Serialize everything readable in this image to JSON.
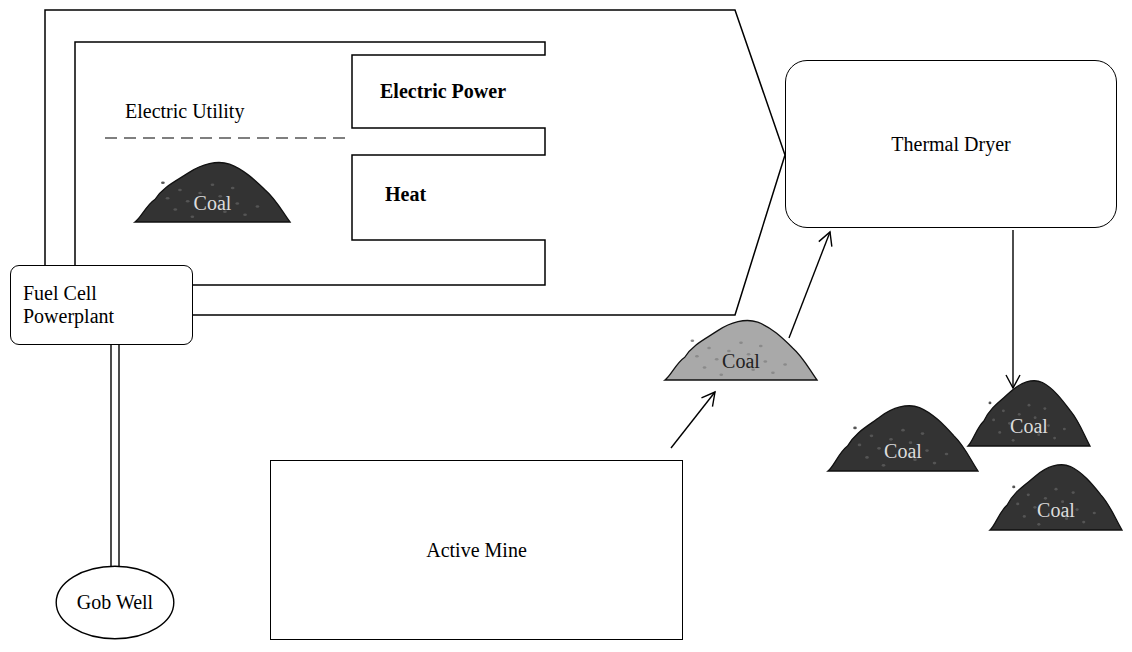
{
  "diagram": {
    "nodes": [
      {
        "text": [
          "Thermal Dryer"
        ]
      },
      {
        "text": [
          "Coal"
        ]
      },
      {
        "text": [
          "Fuel Cell Powerplant"
        ]
      },
      {
        "text": [
          "Coal"
        ]
      },
      {
        "text": [
          "Coal"
        ]
      },
      {
        "text": [
          "Coal"
        ]
      },
      {
        "text": [
          "Coal"
        ]
      },
      {
        "text": [
          "Active Mine"
        ]
      },
      {
        "text": [
          "Gob Well"
        ]
      }
    ],
    "edges": [
      {
        "from": 8,
        "to": 2,
        "arrow": "none"
      },
      {
        "from": 2,
        "to": 0,
        "arrow": "to"
      },
      {
        "from": 7,
        "to": 3,
        "arrow": "to"
      },
      {
        "from": 3,
        "to": 0,
        "arrow": "to"
      },
      {
        "from": 0,
        "to": 4,
        "arrow": "to"
      }
    ],
    "labels": [
      "Electric Utility",
      "Electric Power",
      "Heat"
    ]
  }
}
